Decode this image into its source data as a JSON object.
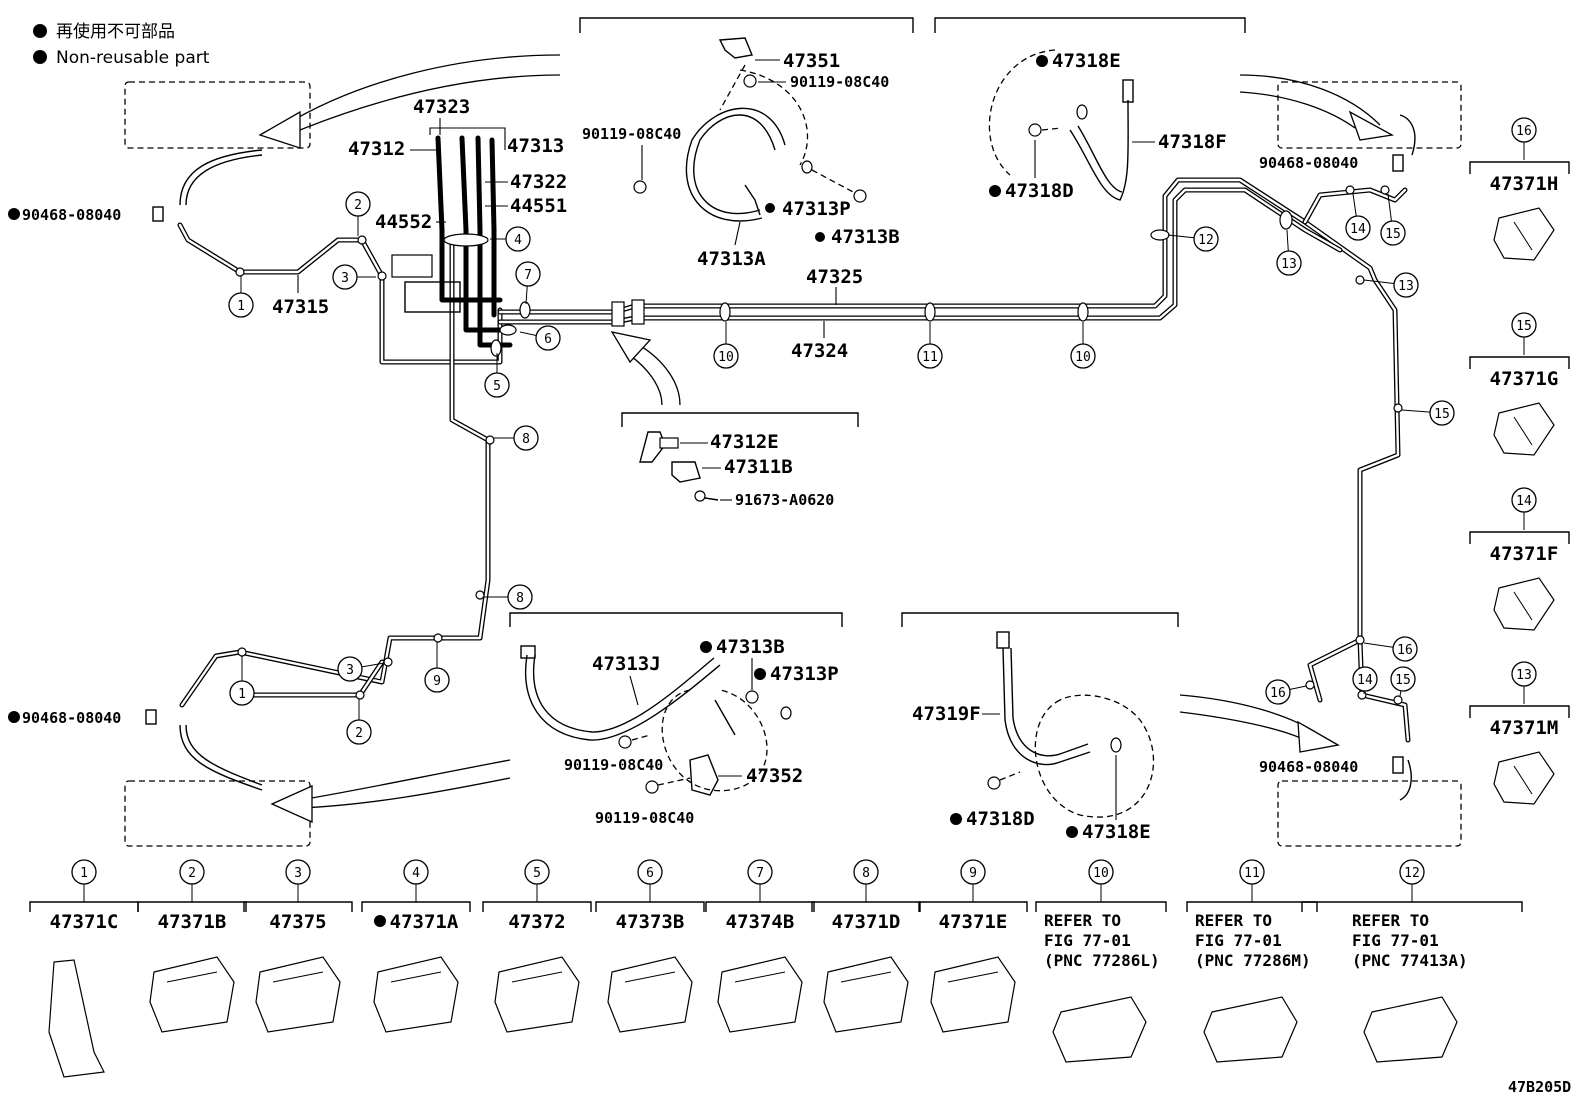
{
  "legend": {
    "line_jp": "再使用不可部品",
    "line_en": "Non-reusable part"
  },
  "diagram_code": "47B205D",
  "main_labels": {
    "p47323": "47323",
    "p47312": "47312",
    "p47313": "47313",
    "p47322": "47322",
    "p44552": "44552",
    "p44551": "44551",
    "p47315": "47315",
    "p47325": "47325",
    "p47324": "47324",
    "clip_left_top": "90468-08040",
    "clip_left_bottom": "90468-08040",
    "clip_right_top": "90468-08040",
    "clip_right_bottom": "90468-08040"
  },
  "detail_front_left": {
    "p47351": "47351",
    "bolt_a": "90119-08C40",
    "bolt_b": "90119-08C40",
    "p47313P": "47313P",
    "p47313A": "47313A",
    "p47313B": "47313B"
  },
  "detail_front_right": {
    "p47318E": "47318E",
    "p47318F": "47318F",
    "p47318D": "47318D"
  },
  "detail_junction": {
    "p47312E": "47312E",
    "p47311B": "47311B",
    "p91673": "91673-A0620"
  },
  "detail_rear_left": {
    "p47313J": "47313J",
    "p47313B": "47313B",
    "p47313P": "47313P",
    "bolt_a": "90119-08C40",
    "bolt_b": "90119-08C40",
    "p47352": "47352"
  },
  "detail_rear_right": {
    "p47319F": "47319F",
    "p47318D": "47318D",
    "p47318E": "47318E"
  },
  "callout_numbers": [
    "1",
    "2",
    "3",
    "4",
    "5",
    "6",
    "7",
    "8",
    "9",
    "10",
    "11",
    "12",
    "13",
    "14",
    "15",
    "16"
  ],
  "side_clips": [
    {
      "ref": "16",
      "part": "47371H"
    },
    {
      "ref": "15",
      "part": "47371G"
    },
    {
      "ref": "14",
      "part": "47371F"
    },
    {
      "ref": "13",
      "part": "47371M"
    }
  ],
  "bottom_clips": [
    {
      "ref": "1",
      "part": "47371C",
      "nonreusable": false
    },
    {
      "ref": "2",
      "part": "47371B",
      "nonreusable": false
    },
    {
      "ref": "3",
      "part": "47375",
      "nonreusable": false
    },
    {
      "ref": "4",
      "part": "47371A",
      "nonreusable": true
    },
    {
      "ref": "5",
      "part": "47372",
      "nonreusable": false
    },
    {
      "ref": "6",
      "part": "47373B",
      "nonreusable": false
    },
    {
      "ref": "7",
      "part": "47374B",
      "nonreusable": false
    },
    {
      "ref": "8",
      "part": "47371D",
      "nonreusable": false
    },
    {
      "ref": "9",
      "part": "47371E",
      "nonreusable": false
    }
  ],
  "bottom_refs": [
    {
      "ref": "10",
      "line1": "REFER TO",
      "line2": "FIG 77-01",
      "line3": "(PNC 77286L)"
    },
    {
      "ref": "11",
      "line1": "REFER TO",
      "line2": "FIG 77-01",
      "line3": "(PNC 77286M)"
    },
    {
      "ref": "12",
      "line1": "REFER TO",
      "line2": "FIG 77-01",
      "line3": "(PNC 77413A)"
    }
  ]
}
